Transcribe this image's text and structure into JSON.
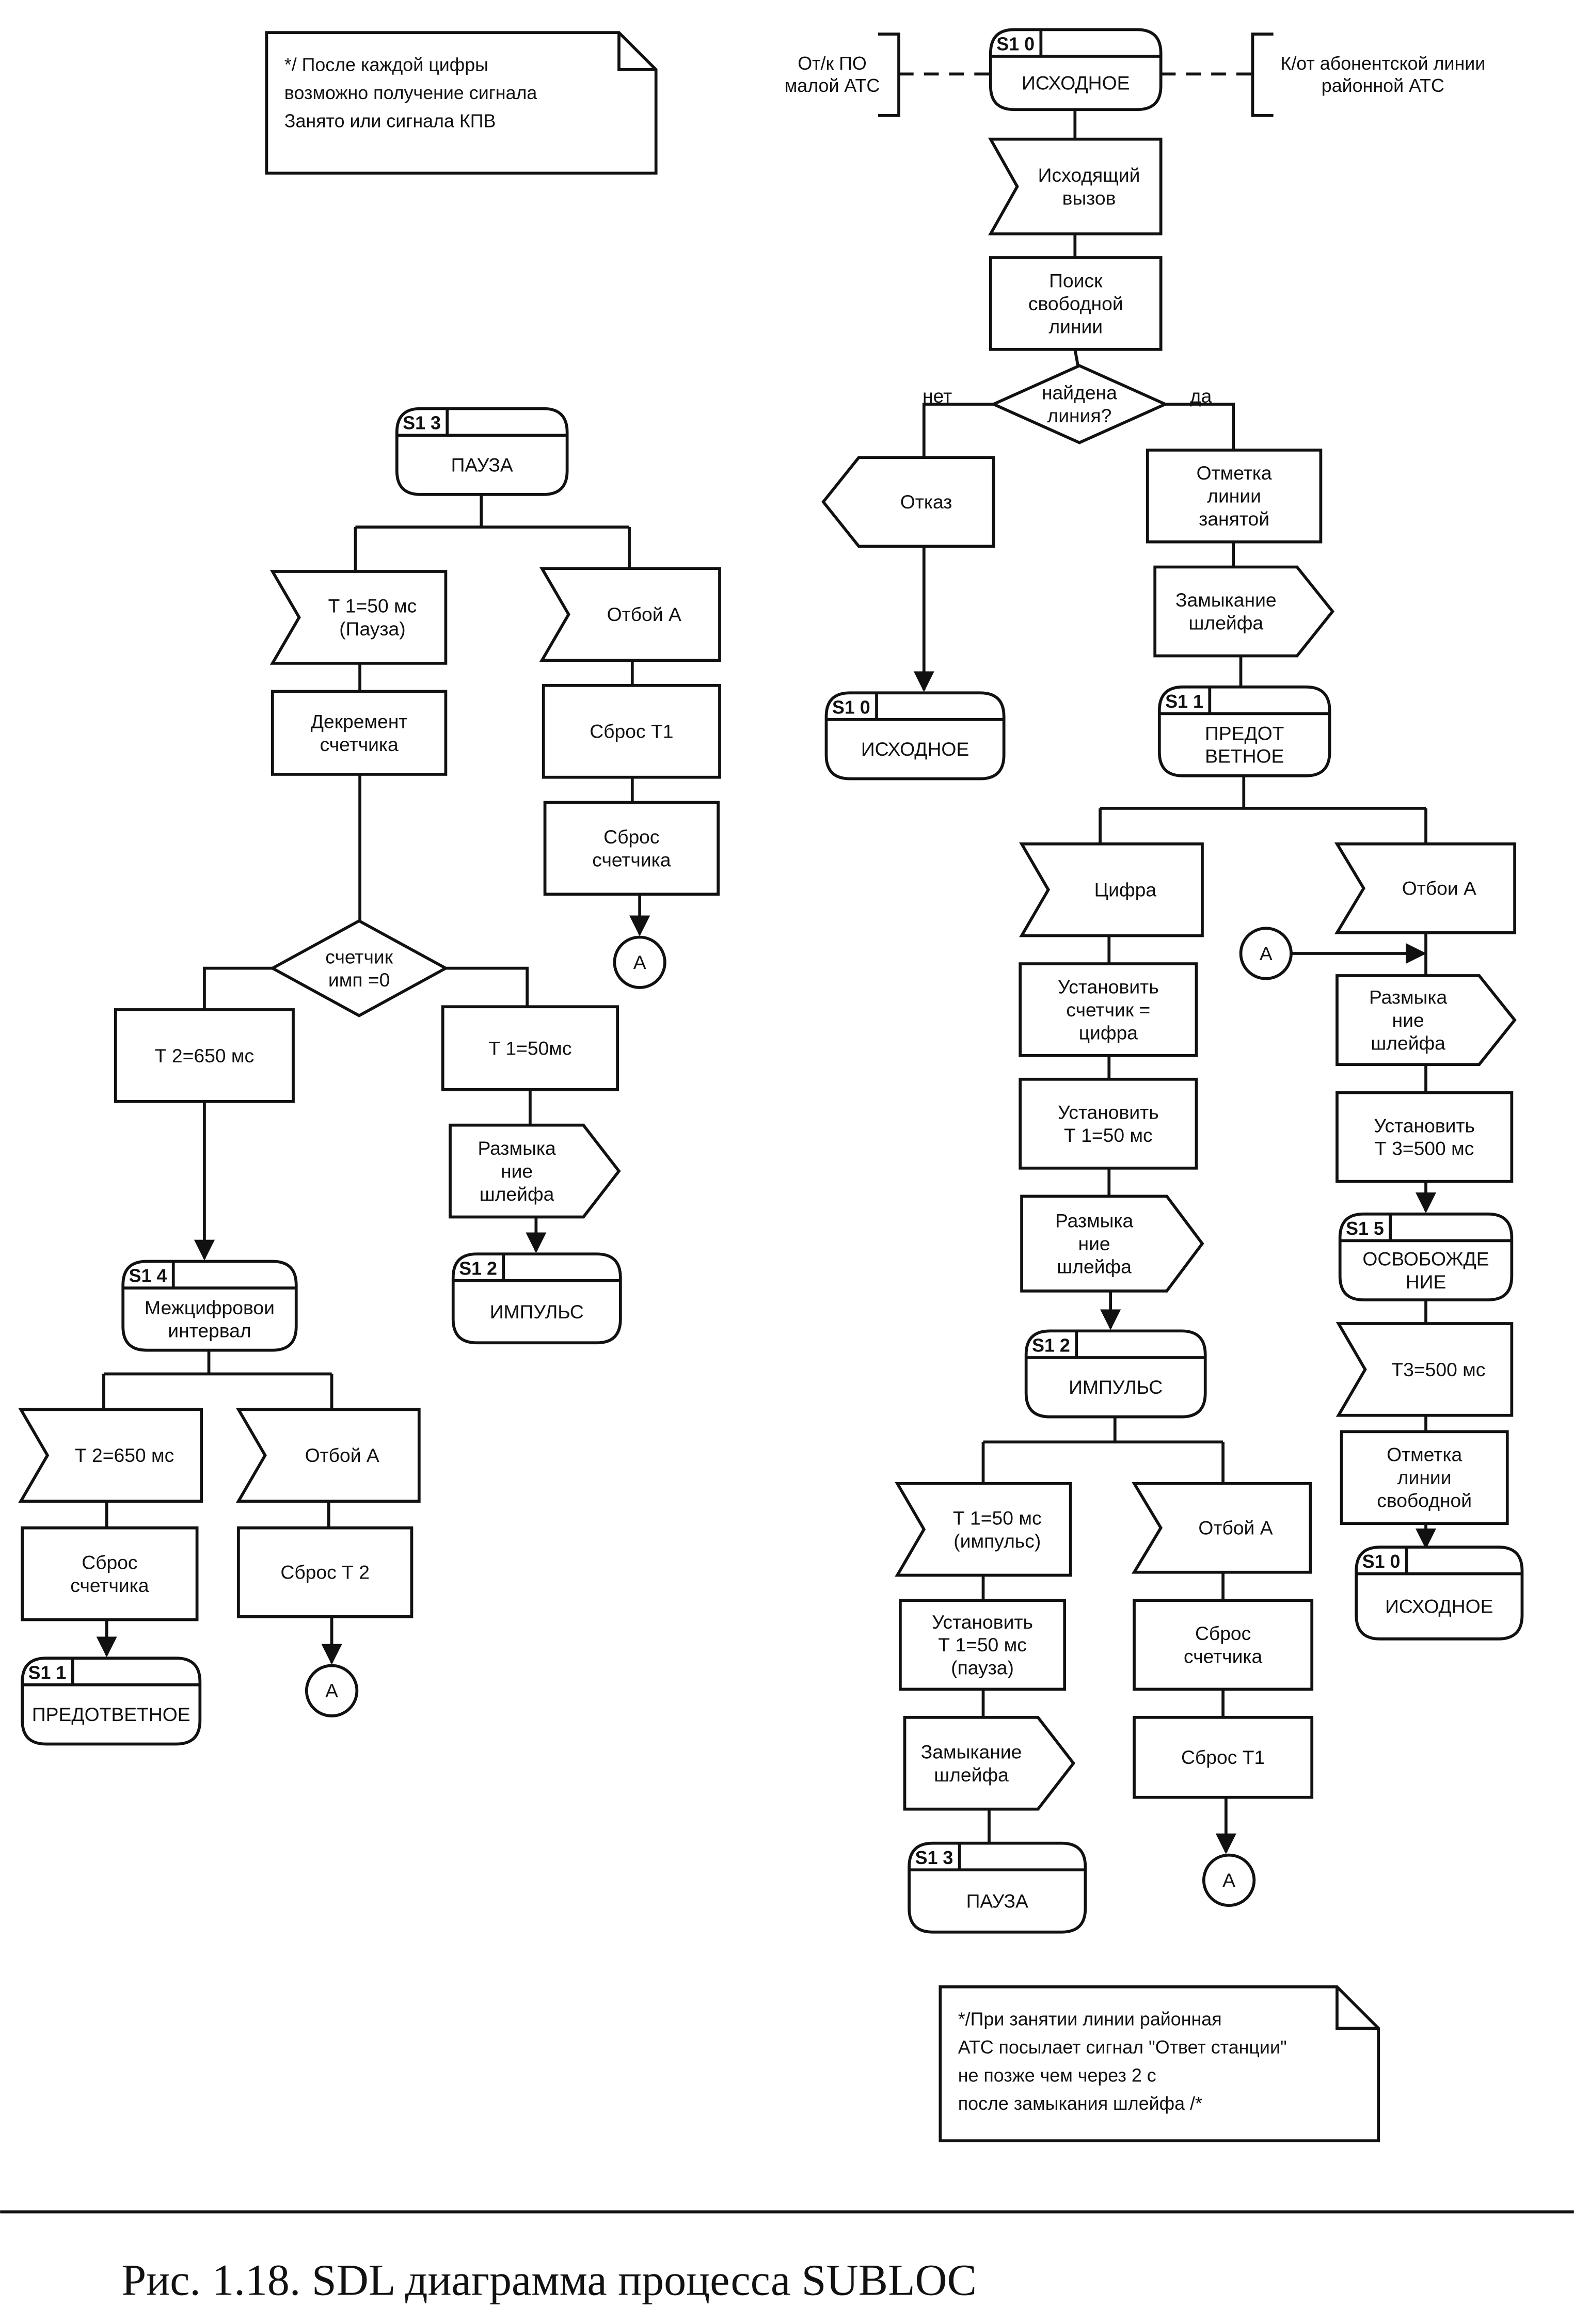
{
  "caption": "Рис. 1.18.  SDL диаграмма процесса SUBLOC",
  "notes": [
    {
      "id": "n1",
      "lines": [
        "*/ После каждой цифры",
        "возможно получение сигнала",
        "Занято или сигнала КПВ"
      ]
    },
    {
      "id": "n2",
      "lines": [
        "*/При занятии линии районная",
        "АТС посылает сигнал \"Ответ станции\"",
        "не позже  чем через 2 с",
        "после замыкания шлейфа /*"
      ]
    }
  ],
  "external_labels": [
    {
      "id": "e1",
      "lines": [
        "От/к ПО",
        "малой АТС"
      ]
    },
    {
      "id": "e2",
      "lines": [
        "К/от абонентской линии",
        "районной АТС"
      ]
    }
  ],
  "nodes": [
    {
      "id": "s0top",
      "type": "state",
      "num": "S1 0",
      "lines": [
        "ИСХОДНОЕ"
      ]
    },
    {
      "id": "in_call",
      "type": "input",
      "lines": [
        "Исходящий",
        "вызов"
      ]
    },
    {
      "id": "search",
      "type": "task",
      "lines": [
        "Поиск",
        "свободной",
        "линии"
      ]
    },
    {
      "id": "found",
      "type": "decision",
      "lines": [
        "найдена",
        "линия?"
      ]
    },
    {
      "id": "refuse",
      "type": "output",
      "lines": [
        "Отказ"
      ]
    },
    {
      "id": "s0b",
      "type": "state",
      "num": "S1 0",
      "lines": [
        "ИСХОДНОЕ"
      ]
    },
    {
      "id": "mark_busy",
      "type": "task",
      "lines": [
        "Отметка",
        "линии",
        "занятой"
      ]
    },
    {
      "id": "close1",
      "type": "output",
      "lines": [
        "Замыкание",
        "шлейфа"
      ]
    },
    {
      "id": "s1",
      "type": "state",
      "num": "S1 1",
      "lines": [
        "ПРЕДОТ",
        "ВЕТНОЕ"
      ]
    },
    {
      "id": "digit",
      "type": "input",
      "lines": [
        "Цифра"
      ]
    },
    {
      "id": "set_cnt",
      "type": "task",
      "lines": [
        "Установить",
        "счетчик =",
        "цифра"
      ]
    },
    {
      "id": "set_t1a",
      "type": "task",
      "lines": [
        "Установить",
        "Т 1=50 мс"
      ]
    },
    {
      "id": "open1",
      "type": "output",
      "lines": [
        "Размыка",
        "ние",
        "шлейфа"
      ]
    },
    {
      "id": "s2a",
      "type": "state",
      "num": "S1 2",
      "lines": [
        "ИМПУЛЬС"
      ]
    },
    {
      "id": "t1imp",
      "type": "input",
      "lines": [
        "Т 1=50 мс",
        "(импульс)"
      ]
    },
    {
      "id": "set_t1p",
      "type": "task",
      "lines": [
        "Установить",
        "Т 1=50 мс",
        "(пауза)"
      ]
    },
    {
      "id": "close2",
      "type": "output",
      "lines": [
        "Замыкание",
        "шлейфа"
      ]
    },
    {
      "id": "s3a",
      "type": "state",
      "num": "S1 3",
      "lines": [
        "ПАУЗА"
      ]
    },
    {
      "id": "hang_imp",
      "type": "input",
      "lines": [
        "Отбой А"
      ]
    },
    {
      "id": "reset_cnt_imp",
      "type": "task",
      "lines": [
        "Сброс",
        "счетчика"
      ]
    },
    {
      "id": "reset_t1_imp",
      "type": "task",
      "lines": [
        "Сброс Т1"
      ]
    },
    {
      "id": "conn_imp",
      "type": "connector",
      "lines": [
        "А"
      ]
    },
    {
      "id": "hang_s1",
      "type": "input",
      "lines": [
        "Отбои А"
      ]
    },
    {
      "id": "conn_in",
      "type": "connector",
      "lines": [
        "А"
      ]
    },
    {
      "id": "open2",
      "type": "output",
      "lines": [
        "Размыка",
        "ние",
        "шлейфа"
      ]
    },
    {
      "id": "set_t3",
      "type": "task",
      "lines": [
        "Установить",
        "Т 3=500 мс"
      ]
    },
    {
      "id": "s5",
      "type": "state",
      "num": "S1 5",
      "lines": [
        "ОСВОБОЖДЕ",
        "НИЕ"
      ]
    },
    {
      "id": "t3in",
      "type": "input",
      "lines": [
        "Т3=500 мс"
      ]
    },
    {
      "id": "mark_free",
      "type": "task",
      "lines": [
        "Отметка",
        "линии",
        "свободной"
      ]
    },
    {
      "id": "s0c",
      "type": "state",
      "num": "S1 0",
      "lines": [
        "ИСХОДНОЕ"
      ]
    },
    {
      "id": "s3",
      "type": "state",
      "num": "S1 3",
      "lines": [
        "ПАУЗА"
      ]
    },
    {
      "id": "t1pause",
      "type": "input",
      "lines": [
        "Т 1=50 мс",
        "(Пауза)"
      ]
    },
    {
      "id": "decr",
      "type": "task",
      "lines": [
        "Декремент",
        "счетчика"
      ]
    },
    {
      "id": "cnt_zero",
      "type": "decision",
      "lines": [
        "счетчик",
        "имп =0"
      ]
    },
    {
      "id": "t2set",
      "type": "task",
      "lines": [
        "Т 2=650 мс"
      ]
    },
    {
      "id": "t1set",
      "type": "task",
      "lines": [
        "Т 1=50мс"
      ]
    },
    {
      "id": "open3",
      "type": "output",
      "lines": [
        "Размыка",
        "ние",
        "шлейфа"
      ]
    },
    {
      "id": "s2b",
      "type": "state",
      "num": "S1 2",
      "lines": [
        "ИМПУЛЬС"
      ]
    },
    {
      "id": "hang_pause",
      "type": "input",
      "lines": [
        "Отбой А"
      ]
    },
    {
      "id": "reset_t1_p",
      "type": "task",
      "lines": [
        "Сброс Т1"
      ]
    },
    {
      "id": "reset_cnt_p",
      "type": "task",
      "lines": [
        "Сброс",
        "счетчика"
      ]
    },
    {
      "id": "conn_p",
      "type": "connector",
      "lines": [
        "А"
      ]
    },
    {
      "id": "s4",
      "type": "state",
      "num": "S1 4",
      "lines": [
        "Межцифровои",
        "интервал"
      ]
    },
    {
      "id": "t2in",
      "type": "input",
      "lines": [
        "Т 2=650 мс"
      ]
    },
    {
      "id": "reset_cnt_s4",
      "type": "task",
      "lines": [
        "Сброс",
        "счетчика"
      ]
    },
    {
      "id": "s1b",
      "type": "state",
      "num": "S1 1",
      "lines": [
        "ПРЕДОТВЕТНОЕ"
      ]
    },
    {
      "id": "hang_s4",
      "type": "input",
      "lines": [
        "Отбой А"
      ]
    },
    {
      "id": "reset_t2",
      "type": "task",
      "lines": [
        "Сброс Т 2"
      ]
    },
    {
      "id": "conn_s4",
      "type": "connector",
      "lines": [
        "А"
      ]
    }
  ],
  "edge_labels": [
    {
      "id": "no",
      "text": "нет"
    },
    {
      "id": "yes",
      "text": "да"
    }
  ],
  "edges": [
    [
      "s0top",
      "in_call"
    ],
    [
      "in_call",
      "search"
    ],
    [
      "search",
      "found"
    ],
    [
      "found",
      "refuse",
      "нет"
    ],
    [
      "refuse",
      "s0b"
    ],
    [
      "found",
      "mark_busy",
      "да"
    ],
    [
      "mark_busy",
      "close1"
    ],
    [
      "close1",
      "s1"
    ],
    [
      "s1",
      "digit"
    ],
    [
      "digit",
      "set_cnt"
    ],
    [
      "set_cnt",
      "set_t1a"
    ],
    [
      "set_t1a",
      "open1"
    ],
    [
      "open1",
      "s2a"
    ],
    [
      "s2a",
      "t1imp"
    ],
    [
      "t1imp",
      "set_t1p"
    ],
    [
      "set_t1p",
      "close2"
    ],
    [
      "close2",
      "s3a"
    ],
    [
      "s2a",
      "hang_imp"
    ],
    [
      "hang_imp",
      "reset_cnt_imp"
    ],
    [
      "reset_cnt_imp",
      "reset_t1_imp"
    ],
    [
      "reset_t1_imp",
      "conn_imp"
    ],
    [
      "s1",
      "hang_s1"
    ],
    [
      "hang_s1",
      "open2"
    ],
    [
      "conn_in",
      "open2"
    ],
    [
      "open2",
      "set_t3"
    ],
    [
      "set_t3",
      "s5"
    ],
    [
      "s5",
      "t3in"
    ],
    [
      "t3in",
      "mark_free"
    ],
    [
      "mark_free",
      "s0c"
    ],
    [
      "s3",
      "t1pause"
    ],
    [
      "t1pause",
      "decr"
    ],
    [
      "decr",
      "cnt_zero"
    ],
    [
      "cnt_zero",
      "t2set"
    ],
    [
      "cnt_zero",
      "t1set"
    ],
    [
      "t2set",
      "s4"
    ],
    [
      "t1set",
      "open3"
    ],
    [
      "open3",
      "s2b"
    ],
    [
      "s3",
      "hang_pause"
    ],
    [
      "hang_pause",
      "reset_t1_p"
    ],
    [
      "reset_t1_p",
      "reset_cnt_p"
    ],
    [
      "reset_cnt_p",
      "conn_p"
    ],
    [
      "s4",
      "t2in"
    ],
    [
      "t2in",
      "reset_cnt_s4"
    ],
    [
      "reset_cnt_s4",
      "s1b"
    ],
    [
      "s4",
      "hang_s4"
    ],
    [
      "hang_s4",
      "reset_t2"
    ],
    [
      "reset_t2",
      "conn_s4"
    ]
  ]
}
